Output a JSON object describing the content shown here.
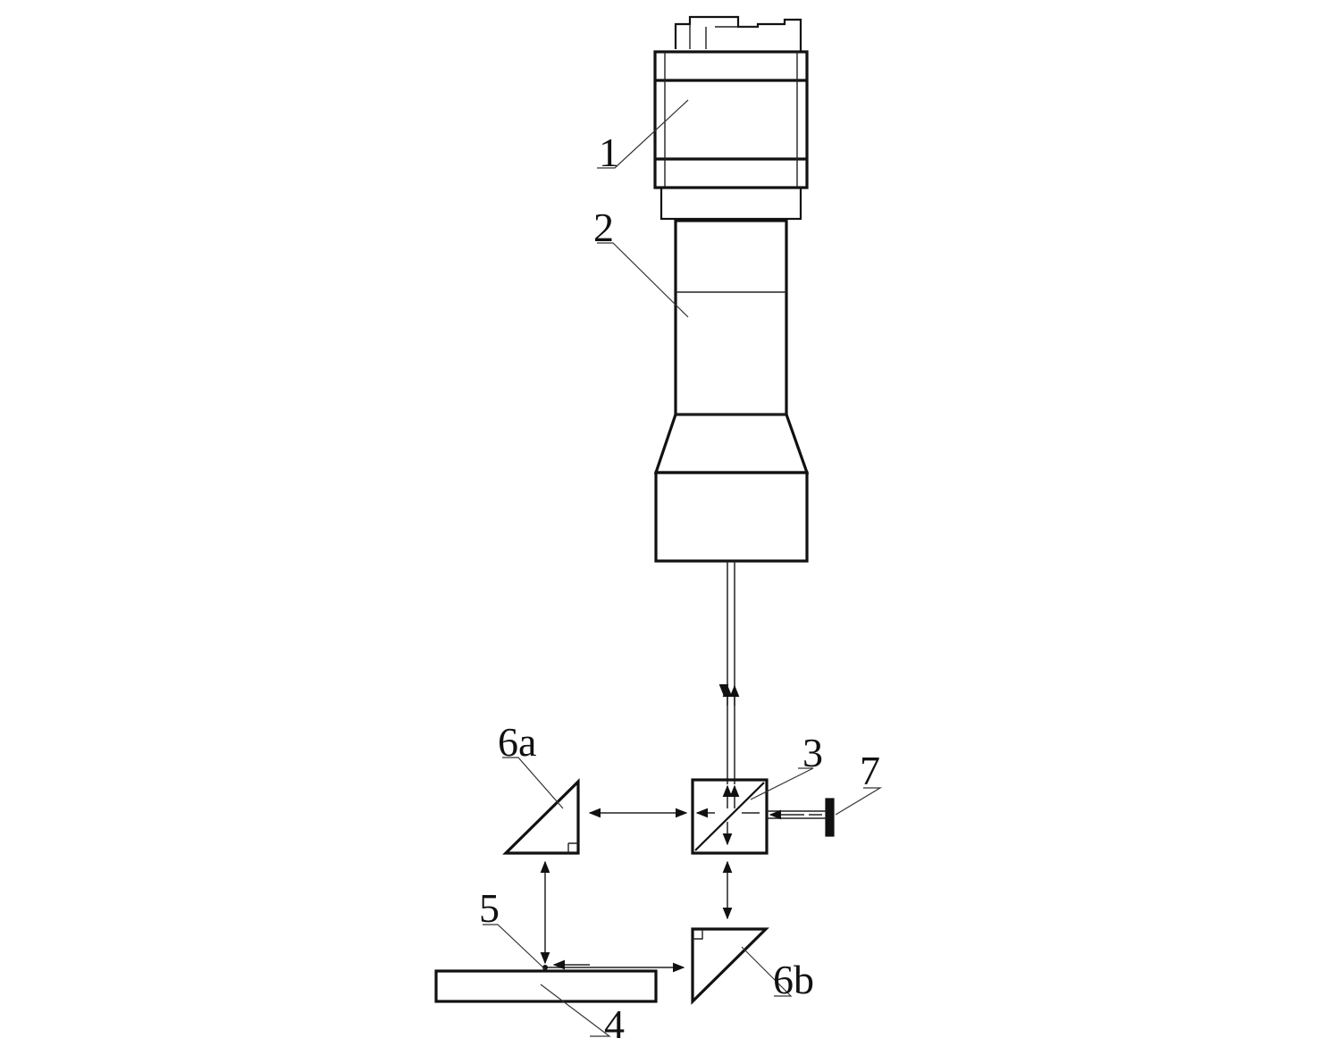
{
  "labels": {
    "camera": "1",
    "lens": "2",
    "beam_splitter": "3",
    "sample_plate": "4",
    "sample_point": "5",
    "prism_a": "6a",
    "prism_b": "6b",
    "light_source": "7"
  },
  "colors": {
    "line": "#111111",
    "background": "#ffffff"
  }
}
